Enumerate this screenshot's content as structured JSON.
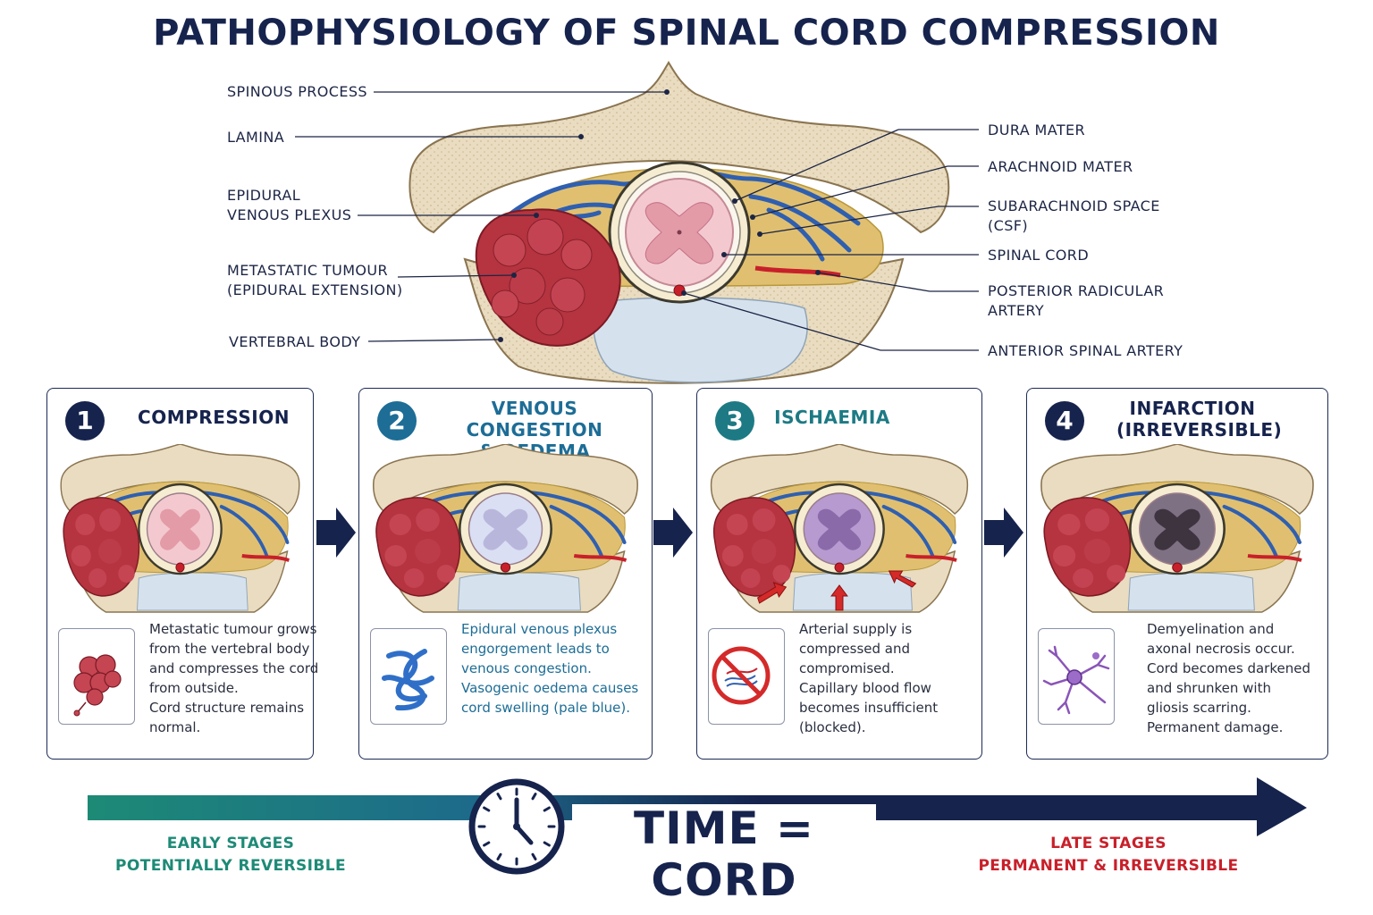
{
  "title": "PATHOPHYSIOLOGY OF SPINAL CORD COMPRESSION",
  "labels_left": {
    "spinous_process": "SPINOUS PROCESS",
    "lamina": "LAMINA",
    "epidural_1": "EPIDURAL",
    "epidural_2": "VENOUS PLEXUS",
    "tumour_1": "METASTATIC TUMOUR",
    "tumour_2": "(EPIDURAL EXTENSION)",
    "vertebral_body": "VERTEBRAL BODY"
  },
  "labels_right": {
    "dura": "DURA MATER",
    "arachnoid": "ARACHNOID MATER",
    "subarachnoid_1": "SUBARACHNOID SPACE",
    "subarachnoid_2": "(CSF)",
    "spinal_cord": "SPINAL CORD",
    "posterior_1": "POSTERIOR RADICULAR",
    "posterior_2": "ARTERY",
    "anterior": "ANTERIOR SPINAL ARTERY"
  },
  "stages": [
    {
      "number": "1",
      "title_lines": [
        "COMPRESSION"
      ],
      "color": "#16234d",
      "icon": "tumour-cluster-icon",
      "description": [
        "Metastatic tumour grows",
        "from the vertebral body",
        "and compresses the cord",
        "from outside.",
        "Cord structure remains",
        "normal."
      ]
    },
    {
      "number": "2",
      "title_lines": [
        "VENOUS CONGESTION",
        "& OEDEMA"
      ],
      "color": "#1d6d96",
      "icon": "veins-icon",
      "description": [
        "Epidural venous plexus",
        "engorgement leads to",
        "venous congestion.",
        "Vasogenic oedema causes",
        "cord swelling (pale blue)."
      ]
    },
    {
      "number": "3",
      "title_lines": [
        "ISCHAEMIA"
      ],
      "color": "#1d7a84",
      "icon": "blocked-capillary-icon",
      "description": [
        "Arterial supply is",
        "compressed and",
        "compromised.",
        "Capillary blood flow",
        "becomes insufficient",
        "(blocked)."
      ]
    },
    {
      "number": "4",
      "title_lines": [
        "INFARCTION",
        "(IRREVERSIBLE)"
      ],
      "color": "#16234d",
      "icon": "neuron-icon",
      "description": [
        "Demyelination and",
        "axonal necrosis occur.",
        "Cord becomes darkened",
        "and shrunken with",
        "gliosis scarring.",
        "Permanent damage."
      ]
    }
  ],
  "timeline": {
    "center": "TIME = CORD",
    "early_1": "EARLY STAGES",
    "early_2": "POTENTIALLY REVERSIBLE",
    "late_1": "LATE STAGES",
    "late_2": "PERMANENT & IRREVERSIBLE",
    "icon": "clock-icon"
  },
  "colors": {
    "navy": "#16234d",
    "teal": "#1d8a76",
    "red": "#c8202a",
    "tumour": "#b5343f",
    "cord_normal": "#f3c9cf",
    "cord_oedema": "#d8dcf2",
    "cord_ischaemia": "#b79ad0",
    "cord_infarct": "#5a4a5e"
  }
}
